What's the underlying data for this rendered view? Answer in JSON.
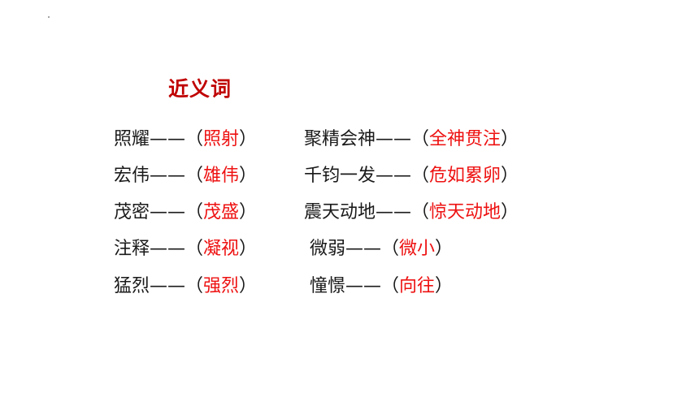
{
  "title": "近义词",
  "colors": {
    "title": "#c00000",
    "answer": "#ee1111",
    "text": "#1a1a1a"
  },
  "dash": "——",
  "open_paren": "（",
  "close_paren": "）",
  "pairs": [
    {
      "word": "照耀",
      "answer": "照射"
    },
    {
      "word": "聚精会神",
      "answer": "全神贯注"
    },
    {
      "word": "宏伟",
      "answer": "雄伟"
    },
    {
      "word": "千钧一发",
      "answer": "危如累卵"
    },
    {
      "word": "茂密",
      "answer": "茂盛"
    },
    {
      "word": "震天动地",
      "answer": "惊天动地"
    },
    {
      "word": "注释",
      "answer": "凝视"
    },
    {
      "word": "微弱",
      "answer": "微小"
    },
    {
      "word": "猛烈",
      "answer": "强烈"
    },
    {
      "word": "憧憬",
      "answer": "向往"
    }
  ]
}
